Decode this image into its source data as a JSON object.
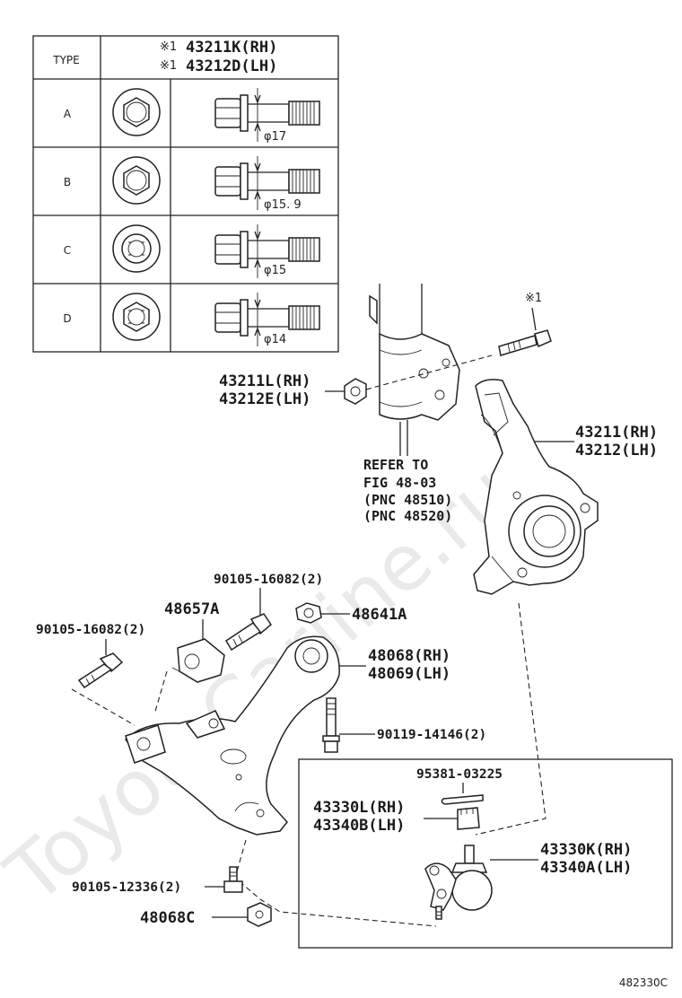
{
  "diagram_id": "482330C",
  "watermark": "ToyotaCarline.ru",
  "table": {
    "type_header": "TYPE",
    "note_mark": "※1",
    "header_rh": "43211K(RH)",
    "header_lh": "43212D(LH)",
    "rows": [
      {
        "type": "A",
        "dimension": "φ17"
      },
      {
        "type": "B",
        "dimension": "φ15. 9"
      },
      {
        "type": "C",
        "dimension": "φ15"
      },
      {
        "type": "D",
        "dimension": "φ14"
      }
    ]
  },
  "labels": {
    "bolt_note": "※1",
    "nut_rh": "43211L(RH)",
    "nut_lh": "43212E(LH)",
    "knuckle_rh": "43211(RH)",
    "knuckle_lh": "43212(LH)",
    "refer_1": "REFER TO",
    "refer_2": "FIG 48-03",
    "refer_3": "(PNC 48510)",
    "refer_4": "(PNC 48520)",
    "bolt_top": "90105-16082(2)",
    "bolt_left": "90105-16082(2)",
    "bracket": "48657A",
    "nut_48641": "48641A",
    "arm_rh": "48068(RH)",
    "arm_lh": "48069(LH)",
    "bolt_long": "90119-14146(2)",
    "cotter_pin": "95381-03225",
    "castle_nut_rh": "43330L(RH)",
    "castle_nut_lh": "43340B(LH)",
    "ball_joint_rh": "43330K(RH)",
    "ball_joint_lh": "43340A(LH)",
    "bolt_small": "90105-12336(2)",
    "nut_48068c": "48068C"
  }
}
